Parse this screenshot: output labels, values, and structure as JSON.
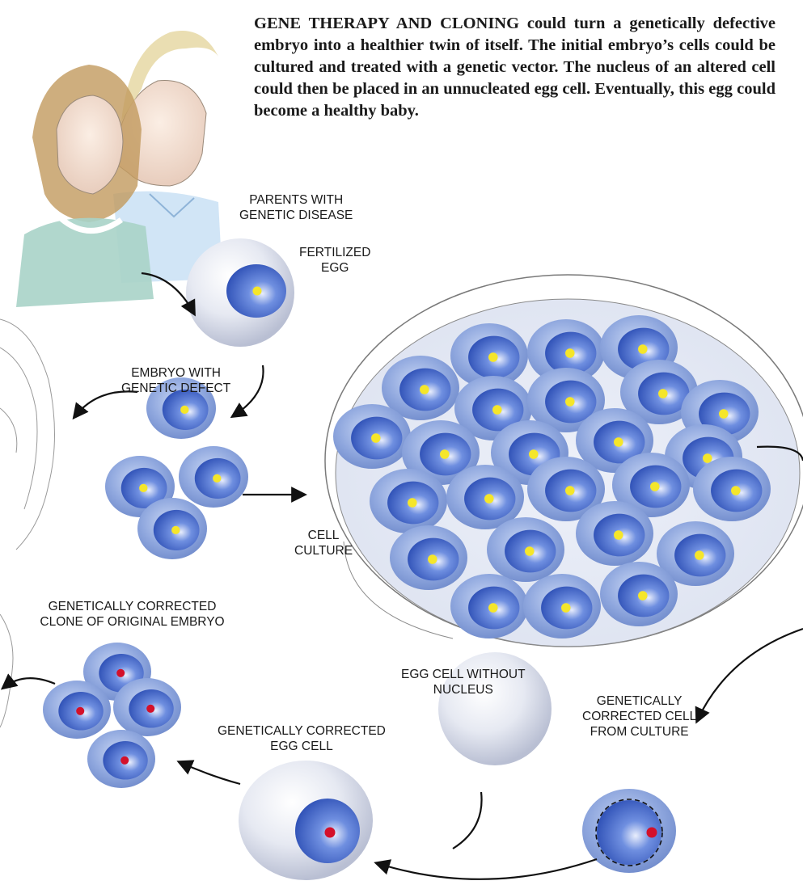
{
  "caption": {
    "lead": "GENE THERAPY AND CLONING",
    "body": "could turn a genetically defective embryo into a healthier twin of itself. The initial embryo’s cells could be cultured and treated with a genetic vector. The nucleus of an altered cell could then be placed in an unnucleated egg cell. Eventually, this egg could become a healthy baby."
  },
  "labels": {
    "parents": [
      "PARENTS WITH",
      "GENETIC DISEASE"
    ],
    "fertilized_egg": [
      "FERTILIZED",
      "EGG"
    ],
    "embryo_defect": [
      "EMBRYO WITH",
      "GENETIC DEFECT"
    ],
    "cell_culture": [
      "CELL",
      "CULTURE"
    ],
    "corrected_clone": [
      "GENETICALLY CORRECTED",
      "CLONE OF ORIGINAL EMBRYO"
    ],
    "egg_without_nucleus": [
      "EGG CELL WITHOUT",
      "NUCLEUS"
    ],
    "corrected_egg": [
      "GENETICALLY CORRECTED",
      "EGG CELL"
    ],
    "corrected_cell": [
      "GENETICALLY",
      "CORRECTED CELL",
      "FROM CULTURE"
    ]
  },
  "colors": {
    "nucleus_blue": "#3a5fc8",
    "defect_marker": "#f5e62a",
    "corrected_marker": "#d4102a",
    "egg_white": "#e9ecf4"
  }
}
